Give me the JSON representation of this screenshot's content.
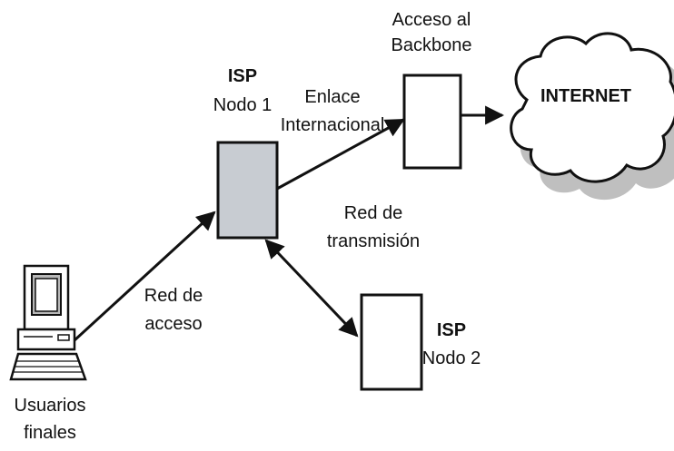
{
  "colors": {
    "line": "#111111",
    "node_fill": "#ffffff",
    "isp1_fill": "#c8ccd2",
    "cloud_shadow": "#bfbfbf",
    "pc_screen": "#b8b8b8"
  },
  "labels": {
    "backbone_line1": "Acceso al",
    "backbone_line2": "Backbone",
    "internet": "INTERNET",
    "isp1_title": "ISP",
    "isp1_sub": "Nodo 1",
    "enlace_line1": "Enlace",
    "enlace_line2": "Internacional",
    "red_trans_line1": "Red de",
    "red_trans_line2": "transmisión",
    "red_acceso_line1": "Red de",
    "red_acceso_line2": "acceso",
    "isp2_title": "ISP",
    "isp2_sub": "Nodo 2",
    "users_line1": "Usuarios",
    "users_line2": "finales"
  },
  "icons": {
    "computer": "desktop-computer-icon",
    "cloud": "cloud-icon"
  }
}
